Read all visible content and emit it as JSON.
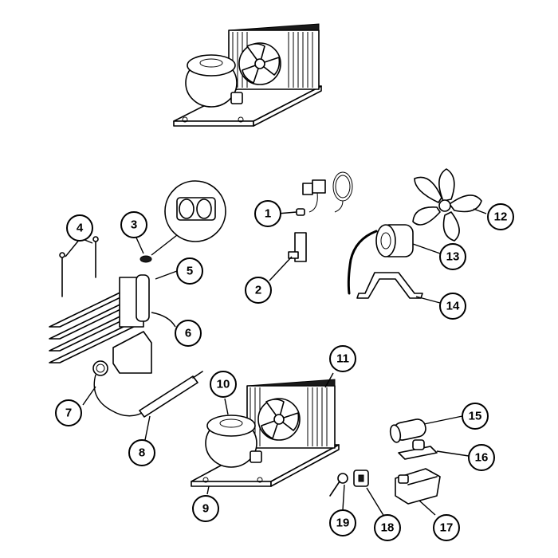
{
  "callouts": [
    {
      "id": "1",
      "label": "1"
    },
    {
      "id": "2",
      "label": "2"
    },
    {
      "id": "3",
      "label": "3"
    },
    {
      "id": "4",
      "label": "4"
    },
    {
      "id": "5",
      "label": "5"
    },
    {
      "id": "6",
      "label": "6"
    },
    {
      "id": "7",
      "label": "7"
    },
    {
      "id": "8",
      "label": "8"
    },
    {
      "id": "9",
      "label": "9"
    },
    {
      "id": "10",
      "label": "10"
    },
    {
      "id": "11",
      "label": "11"
    },
    {
      "id": "12",
      "label": "12"
    },
    {
      "id": "13",
      "label": "13"
    },
    {
      "id": "14",
      "label": "14"
    },
    {
      "id": "15",
      "label": "15"
    },
    {
      "id": "16",
      "label": "16"
    },
    {
      "id": "17",
      "label": "17"
    },
    {
      "id": "18",
      "label": "18"
    },
    {
      "id": "19",
      "label": "19"
    }
  ],
  "colors": {
    "ink": "#000000",
    "paper": "#ffffff"
  }
}
